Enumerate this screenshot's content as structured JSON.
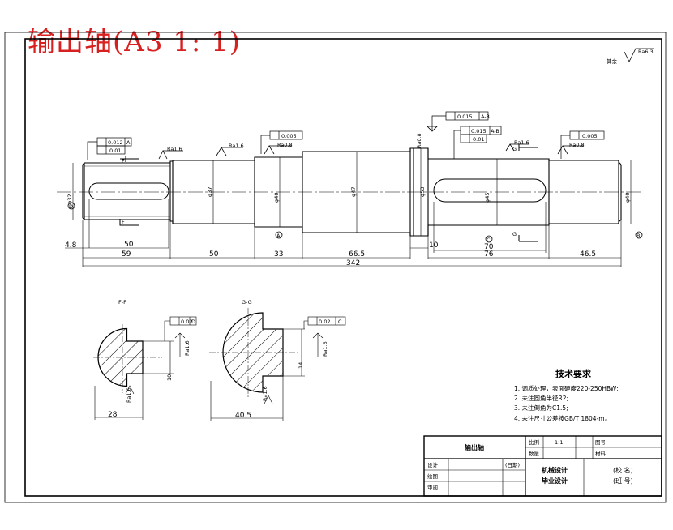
{
  "title": "输出轴(A3 1: 1)",
  "surface_marks": {
    "remainder_label": "其余",
    "remainder_value": "Ra6.3",
    "ra16": "Ra1.6",
    "ra08": "Ra0.8"
  },
  "tolerances": {
    "left_runout": "0.012",
    "left_runout_datum": "A",
    "left_cyl": "0.01",
    "mid_cyl": "0.005",
    "right_runout_top": "0.015",
    "right_runout_top_datum": "A-B",
    "right_runout_2": "0.015",
    "right_runout_2_datum": "A-B",
    "right_cyl2": "0.01",
    "right_cyl": "0.005",
    "sym_ff": "0.02",
    "sym_ff_datum": "D",
    "sym_gg": "0.02",
    "sym_gg_datum": "C"
  },
  "section_letters": {
    "f": "F",
    "g": "G",
    "a": "A",
    "b": "B",
    "c": "C",
    "d": "D"
  },
  "diameters": {
    "d32": "φ32",
    "d37": "φ37",
    "d40a": "φ40",
    "d47": "φ47",
    "d53": "φ53",
    "d45": "φ45",
    "d40b": "φ40"
  },
  "dimensions": {
    "d4_8": "4.8",
    "d50_key": "50",
    "d59": "59",
    "d50": "50",
    "d33": "33",
    "d66_5": "66.5",
    "d10": "10",
    "d70": "70",
    "d76": "76",
    "d46_5": "46.5",
    "d342": "342"
  },
  "sections": {
    "ff_label": "F-F",
    "gg_label": "G-G",
    "ff_width": "10",
    "ff_depth": "28",
    "gg_width": "14",
    "gg_depth": "40.5"
  },
  "tech_requirements": {
    "heading": "技术要求",
    "items": [
      "1. 调质处理，表面硬度220-250HBW;",
      "2. 未注圆角半径R2;",
      "3. 未注倒角为C1.5;",
      "4. 未注尺寸公差按GB/T 1804-m。"
    ]
  },
  "title_block": {
    "part_name": "输出轴",
    "scale_label": "比例",
    "scale_value": "1:1",
    "drawing_no_label": "图号",
    "quantity_label": "数量",
    "material_label": "材料",
    "design_label": "设计",
    "date_label": "(日期)",
    "drawing_label": "绘图",
    "review_label": "审阅",
    "course_line1": "机械设计",
    "course_line2": "毕业设计",
    "school": "(校 名)",
    "class": "(班 号)"
  }
}
